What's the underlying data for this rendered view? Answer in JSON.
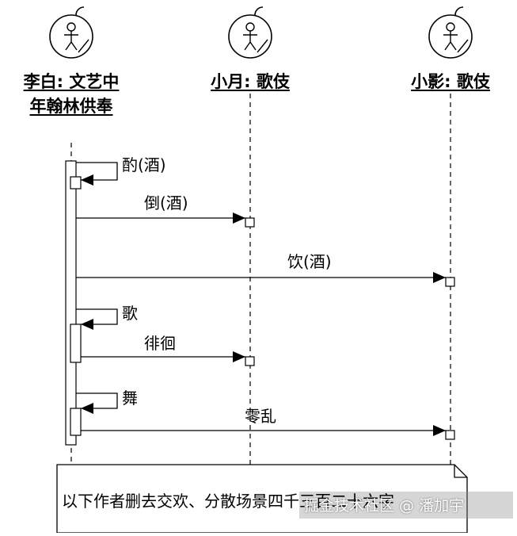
{
  "actors": [
    {
      "id": "libai",
      "label": "李白: 文艺中年翰林供奉"
    },
    {
      "id": "xiaoyue",
      "label": "小月: 歌伎"
    },
    {
      "id": "xiaoying",
      "label": "小影: 歌伎"
    }
  ],
  "messages": [
    {
      "from": "libai",
      "to": "libai",
      "label": "酌(酒)"
    },
    {
      "from": "libai",
      "to": "xiaoyue",
      "label": "倒(酒)"
    },
    {
      "from": "libai",
      "to": "xiaoying",
      "label": "饮(酒)"
    },
    {
      "from": "libai",
      "to": "libai",
      "label": "歌"
    },
    {
      "from": "libai",
      "to": "xiaoyue",
      "label": "徘徊"
    },
    {
      "from": "libai",
      "to": "libai",
      "label": "舞"
    },
    {
      "from": "libai",
      "to": "xiaoying",
      "label": "零乱"
    }
  ],
  "note": {
    "text": "以下作者删去交欢、分散场景四千三百二十六字"
  },
  "watermark": {
    "text": "掘金技术社区 @ 潘加宇"
  },
  "colors": {
    "line": "#000000",
    "background": "#ffffff"
  },
  "icons": {
    "actor": "stick-figure-actor-icon"
  }
}
